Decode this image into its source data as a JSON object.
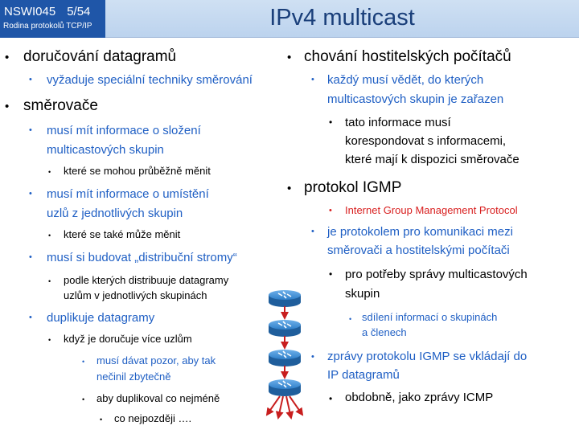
{
  "header": {
    "course_code": "NSWI045",
    "slide_number": "5/54",
    "course_name": "Rodina protokolů TCP/IP",
    "title": "IPv4 multicast"
  },
  "colors": {
    "header_bg": "#c6d9f1",
    "course_box": "#1f56a8",
    "title": "#1a3f7a",
    "level2_text": "#1f5fc4",
    "highlight_red": "#d81e1e",
    "router_blue": "#2f7fc9",
    "arrow_red": "#c81e1e"
  },
  "left_column": {
    "item1": "doručování datagramů",
    "item1_sub1": "vyžaduje speciální techniky směrování",
    "item2": "směrovače",
    "item2_sub1_a": "musí mít informace o složení",
    "item2_sub1_b": "multicastových skupin",
    "item2_sub1_detail": "které se mohou průběžně měnit",
    "item2_sub2_a": "musí mít informace o umístění",
    "item2_sub2_b": "uzlů z jednotlivých skupin",
    "item2_sub2_detail": "které se také může měnit",
    "item2_sub3": "musí si budovat „distribuční stromy“",
    "item2_sub3_detail_a": "podle kterých distribuuje datagramy",
    "item2_sub3_detail_b": "uzlům v jednotlivých skupinách",
    "item2_sub4": "duplikuje datagramy",
    "item2_sub4_detail": "když je doručuje více uzlům",
    "item2_sub4_deep_a": "musí dávat pozor, aby tak",
    "item2_sub4_deep_b": "nečinil zbytečně",
    "item2_sub4_deeper": "aby duplikoval co nejméně",
    "item2_sub4_deepest": "co nejpozději …."
  },
  "right_column": {
    "item1": "chování hostitelských počítačů",
    "item1_sub1_a": "každý musí vědět, do kterých",
    "item1_sub1_b": "multicastových skupin je zařazen",
    "item1_detail_a": "tato informace musí",
    "item1_detail_b": "korespondovat s informacemi,",
    "item1_detail_c": "které mají k dispozici směrovače",
    "item2": "protokol IGMP",
    "item2_red": "Internet Group Management Protocol",
    "item2_sub2_a": "je protokolem pro komunikaci mezi",
    "item2_sub2_b": "směrovači a hostitelskými počítači",
    "item2_detail_a": "pro potřeby správy multicastových",
    "item2_detail_b": "skupin",
    "item2_deep_a": "sdílení informací o skupinách",
    "item2_deep_b": "a členech",
    "item2_sub3_a": "zprávy protokolu IGMP se vkládají do",
    "item2_sub3_b": "IP datagramů",
    "item2_sub3_detail": "obdobně, jako zprávy ICMP"
  },
  "diagram": {
    "icons": [
      "router-icon",
      "router-icon",
      "router-icon",
      "router-icon"
    ],
    "arrow_color": "#c81e1e"
  }
}
